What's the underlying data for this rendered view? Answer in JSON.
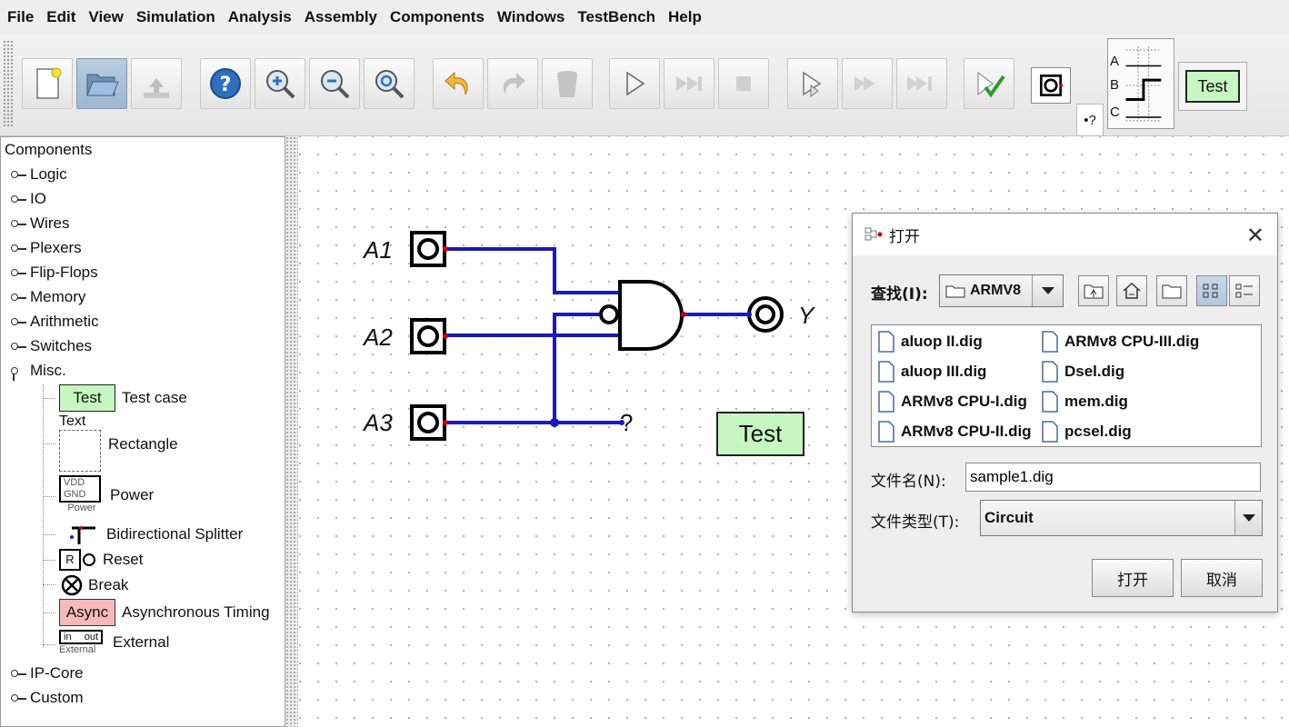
{
  "menu": [
    "File",
    "Edit",
    "View",
    "Simulation",
    "Analysis",
    "Assembly",
    "Components",
    "Windows",
    "TestBench",
    "Help"
  ],
  "toolbar": {
    "test_label": "Test",
    "probe_label": "•?",
    "timing_labels": [
      "A",
      "B",
      "C"
    ]
  },
  "tree": {
    "root": "Components",
    "items": [
      "Logic",
      "IO",
      "Wires",
      "Plexers",
      "Flip-Flops",
      "Memory",
      "Arithmetic",
      "Switches",
      "Misc."
    ],
    "after": [
      "IP-Core",
      "Custom"
    ],
    "misc": {
      "test_badge": "Test",
      "test_case": "Test case",
      "text": "Text",
      "rectangle": "Rectangle",
      "power_vdd": "VDD",
      "power_gnd": "GND",
      "power_small": "Power",
      "power": "Power",
      "splitter": "Bidirectional Splitter",
      "reset_badge": "R",
      "reset": "Reset",
      "break": "Break",
      "async_badge": "Async",
      "async": "Asynchronous Timing",
      "external_in": "in",
      "external_out": "out",
      "external_small": "External",
      "external": "External"
    }
  },
  "canvas": {
    "inputs": [
      "A1",
      "A2",
      "A3"
    ],
    "output": "Y",
    "probe": "?",
    "test_box": "Test"
  },
  "dialog": {
    "title": "打开",
    "lookin_label": "查找(I):",
    "lookin_value": "ARMV8",
    "files": [
      "aluop II.dig",
      "aluop III.dig",
      "ARMv8 CPU-I.dig",
      "ARMv8 CPU-II.dig",
      "ARMv8 CPU-III.dig",
      "Dsel.dig",
      "mem.dig",
      "pcsel.dig"
    ],
    "filename_label": "文件名(N):",
    "filename_value": "sample1.dig",
    "filetype_label": "文件类型(T):",
    "filetype_value": "Circuit",
    "open_button": "打开",
    "cancel_button": "取消"
  },
  "colors": {
    "wire": "#1a1ab8",
    "test_green": "#c6f7c0",
    "async_pink": "#f7b9b9",
    "pin_red": "#cc0000"
  }
}
